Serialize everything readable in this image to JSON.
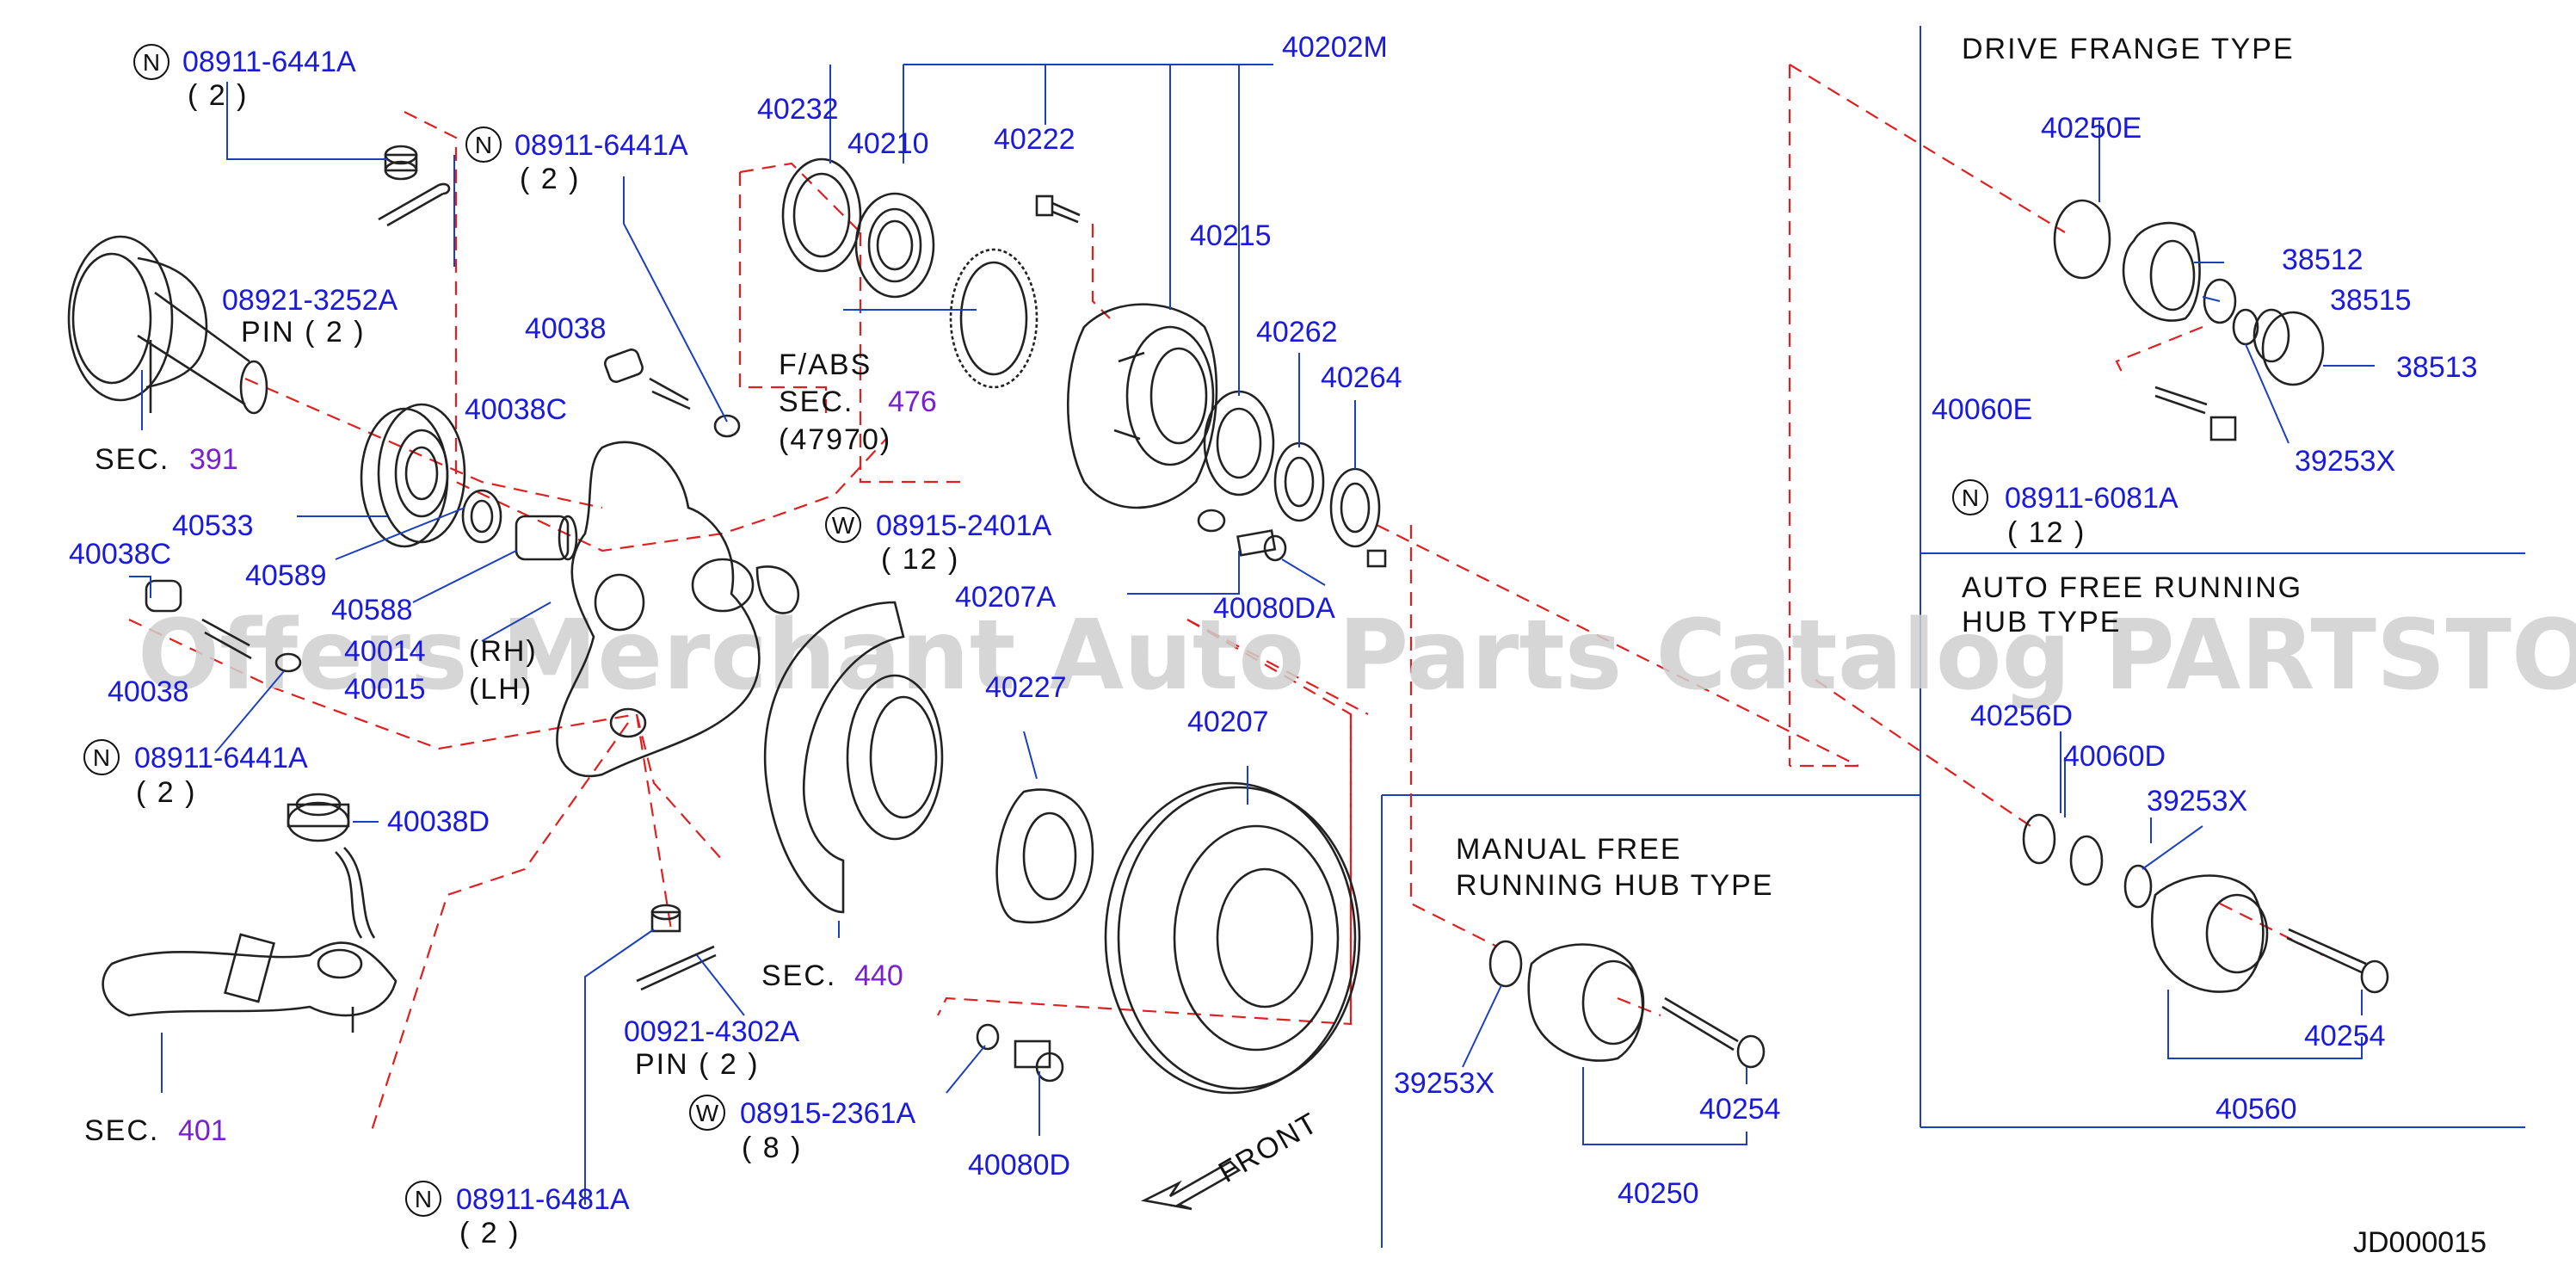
{
  "diagram": {
    "watermark": "Offers Merchant Auto Parts Catalog PARTSTORE.SA",
    "code": "JD000015",
    "section_titles": {
      "drive_flange": "DRIVE  FRANGE  TYPE",
      "auto_free_1": "AUTO  FREE  RUNNING",
      "auto_free_2": "HUB  TYPE",
      "manual_free_1": "MANUAL  FREE",
      "manual_free_2": "RUNNING  HUB  TYPE"
    },
    "labels": {
      "p_08911_6441A_a": "08911-6441A",
      "q_2_a": "( 2 )",
      "p_08911_6441A_b": "08911-6441A",
      "q_2_b": "( 2 )",
      "p_08921_3252A": "08921-3252A",
      "pin_2_a": "PIN   ( 2 )",
      "sec_391_txt": "SEC.",
      "sec_391_num": "391",
      "p_40038": "40038",
      "p_40038C": "40038C",
      "p_40533": "40533",
      "p_40038C_b": "40038C",
      "p_40589": "40589",
      "p_40588": "40588",
      "p_40014": "40014",
      "p_40015": "40015",
      "rh": "(RH)",
      "lh": "(LH)",
      "p_40038_b": "40038",
      "p_08911_6441A_c": "08911-6441A",
      "q_2_c": "( 2 )",
      "p_40038D": "40038D",
      "sec_401_txt": "SEC.",
      "sec_401_num": "401",
      "p_08911_6481A": "08911-6481A",
      "q_2_d": "( 2 )",
      "p_00921_4302A": "00921-4302A",
      "pin_2_b": "PIN   ( 2 )",
      "p_40232": "40232",
      "p_40210": "40210",
      "p_40222": "40222",
      "p_40202M": "40202M",
      "p_40215": "40215",
      "p_40262": "40262",
      "p_40264": "40264",
      "fabs": "F/ABS",
      "sec_476_txt": "SEC.",
      "sec_476_num": "476",
      "p_47970": "(47970)",
      "p_08915_2401A": "08915-2401A",
      "q_12_a": "( 12 )",
      "p_40207A": "40207A",
      "p_40080DA": "40080DA",
      "p_40227": "40227",
      "p_40207": "40207",
      "sec_440_txt": "SEC.",
      "sec_440_num": "440",
      "p_08915_2361A": "08915-2361A",
      "q_8": "( 8 )",
      "p_40080D": "40080D",
      "front": "FRONT",
      "p_40250E": "40250E",
      "p_38512": "38512",
      "p_38515": "38515",
      "p_38513": "38513",
      "p_40060E": "40060E",
      "p_39253X_a": "39253X",
      "p_08911_6081A": "08911-6081A",
      "q_12_b": "( 12 )",
      "p_40256D": "40256D",
      "p_40060D": "40060D",
      "p_39253X_b": "39253X",
      "p_40254_a": "40254",
      "p_40560": "40560",
      "p_39253X_c": "39253X",
      "p_40254_b": "40254",
      "p_40250": "40250"
    },
    "symbols": {
      "n": "N",
      "w": "W"
    }
  }
}
